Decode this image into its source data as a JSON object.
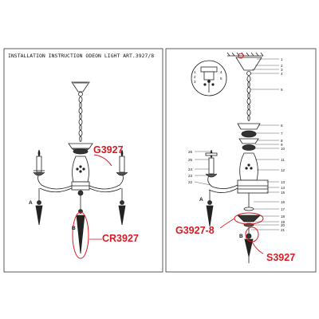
{
  "title": "INSTALLATION INSTRUCTION ODEON LIGHT ART.3927/8",
  "left_panel": {
    "codes": [
      "G3927",
      "CR3927"
    ],
    "labels": [
      "A",
      "B"
    ]
  },
  "right_panel": {
    "codes": [
      "G3927-8",
      "S3927"
    ],
    "labels": [
      "A",
      "B"
    ],
    "callouts_right": [
      "1",
      "2",
      "3",
      "4",
      "5",
      "6",
      "7",
      "8",
      "9",
      "10",
      "11",
      "12",
      "13",
      "14",
      "15",
      "16",
      "17",
      "18",
      "19",
      "20",
      "21"
    ],
    "callouts_left": [
      "26",
      "25",
      "24",
      "23",
      "22"
    ],
    "detail_callouts": [
      "1",
      "2",
      "3",
      "4",
      "5"
    ]
  },
  "colors": {
    "highlight": "#d81b24",
    "ink": "#111111"
  }
}
